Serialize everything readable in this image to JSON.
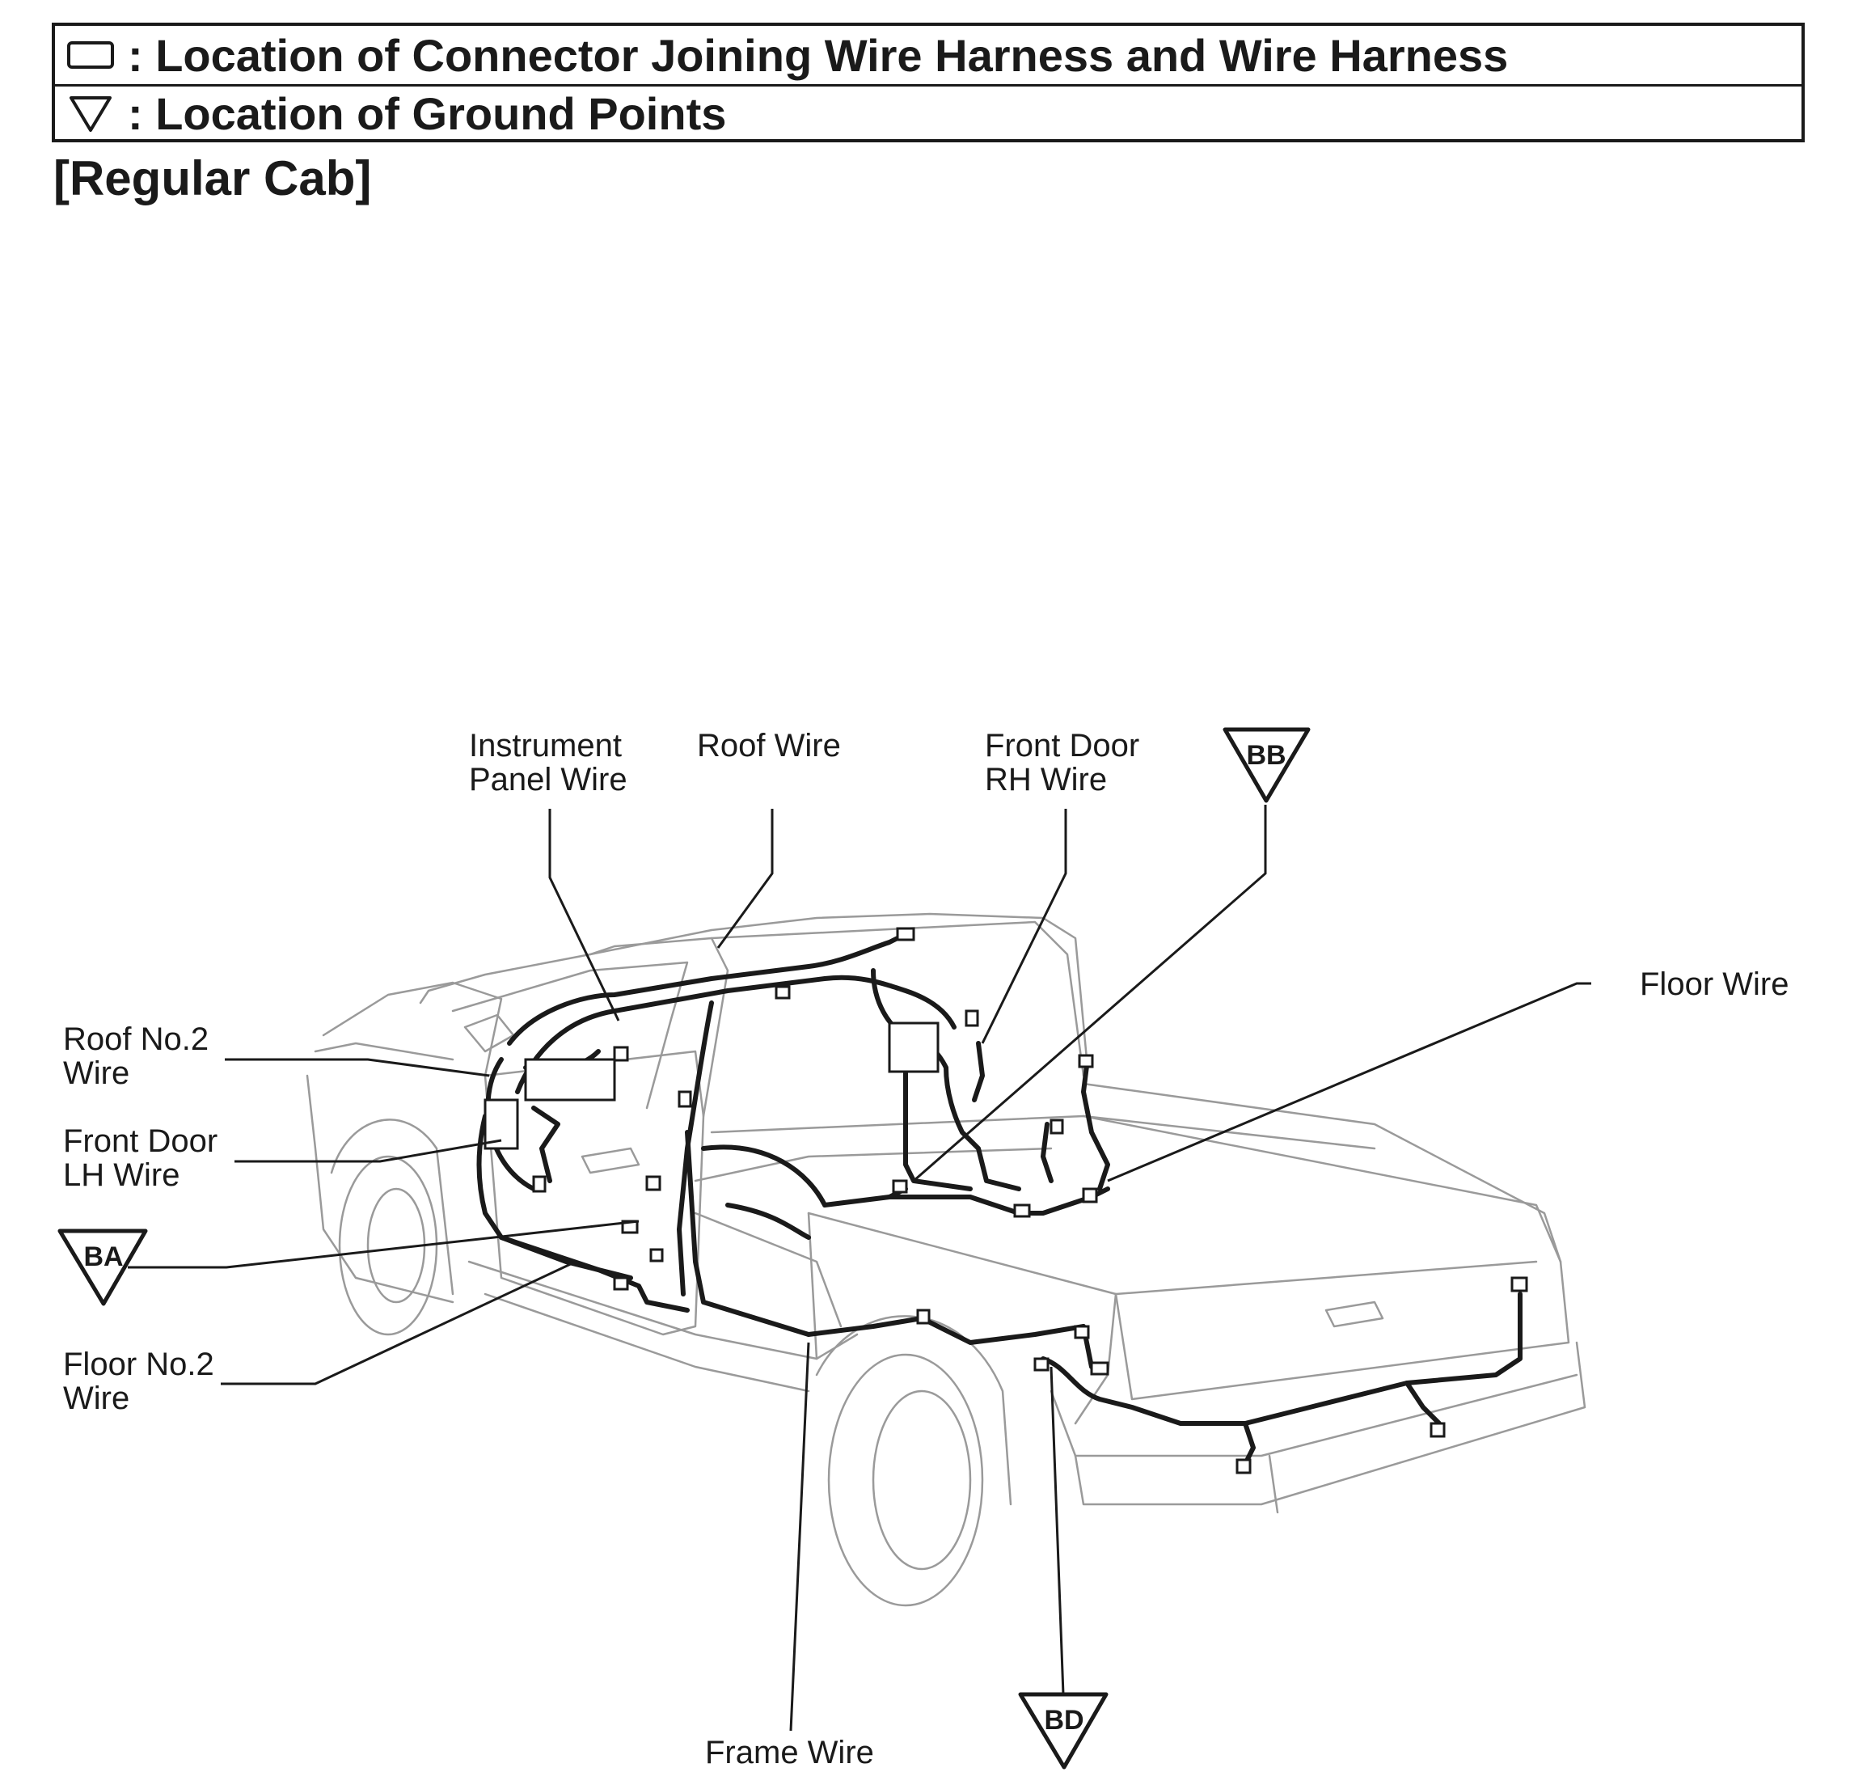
{
  "legend": {
    "connector_text": ": Location of Connector Joining Wire Harness and Wire Harness",
    "connector_icon": "rectangle-icon",
    "ground_text": ": Location of Ground Points",
    "ground_icon": "triangle-down-icon"
  },
  "view_title": "[Regular Cab]",
  "labels": {
    "instrument_panel_1": "Instrument",
    "instrument_panel_2": "Panel Wire",
    "roof_wire": "Roof Wire",
    "front_door_rh_1": "Front Door",
    "front_door_rh_2": "RH Wire",
    "floor_wire": "Floor Wire",
    "roof_no2_1": "Roof No.2",
    "roof_no2_2": "Wire",
    "front_door_lh_1": "Front Door",
    "front_door_lh_2": "LH Wire",
    "floor_no2_1": "Floor No.2",
    "floor_no2_2": "Wire",
    "frame_wire": "Frame Wire"
  },
  "ground_points": {
    "bb": "BB",
    "ba": "BA",
    "bd": "BD"
  },
  "colors": {
    "line": "#1a1a1a",
    "outline": "#9a9a9a",
    "background": "#ffffff"
  }
}
